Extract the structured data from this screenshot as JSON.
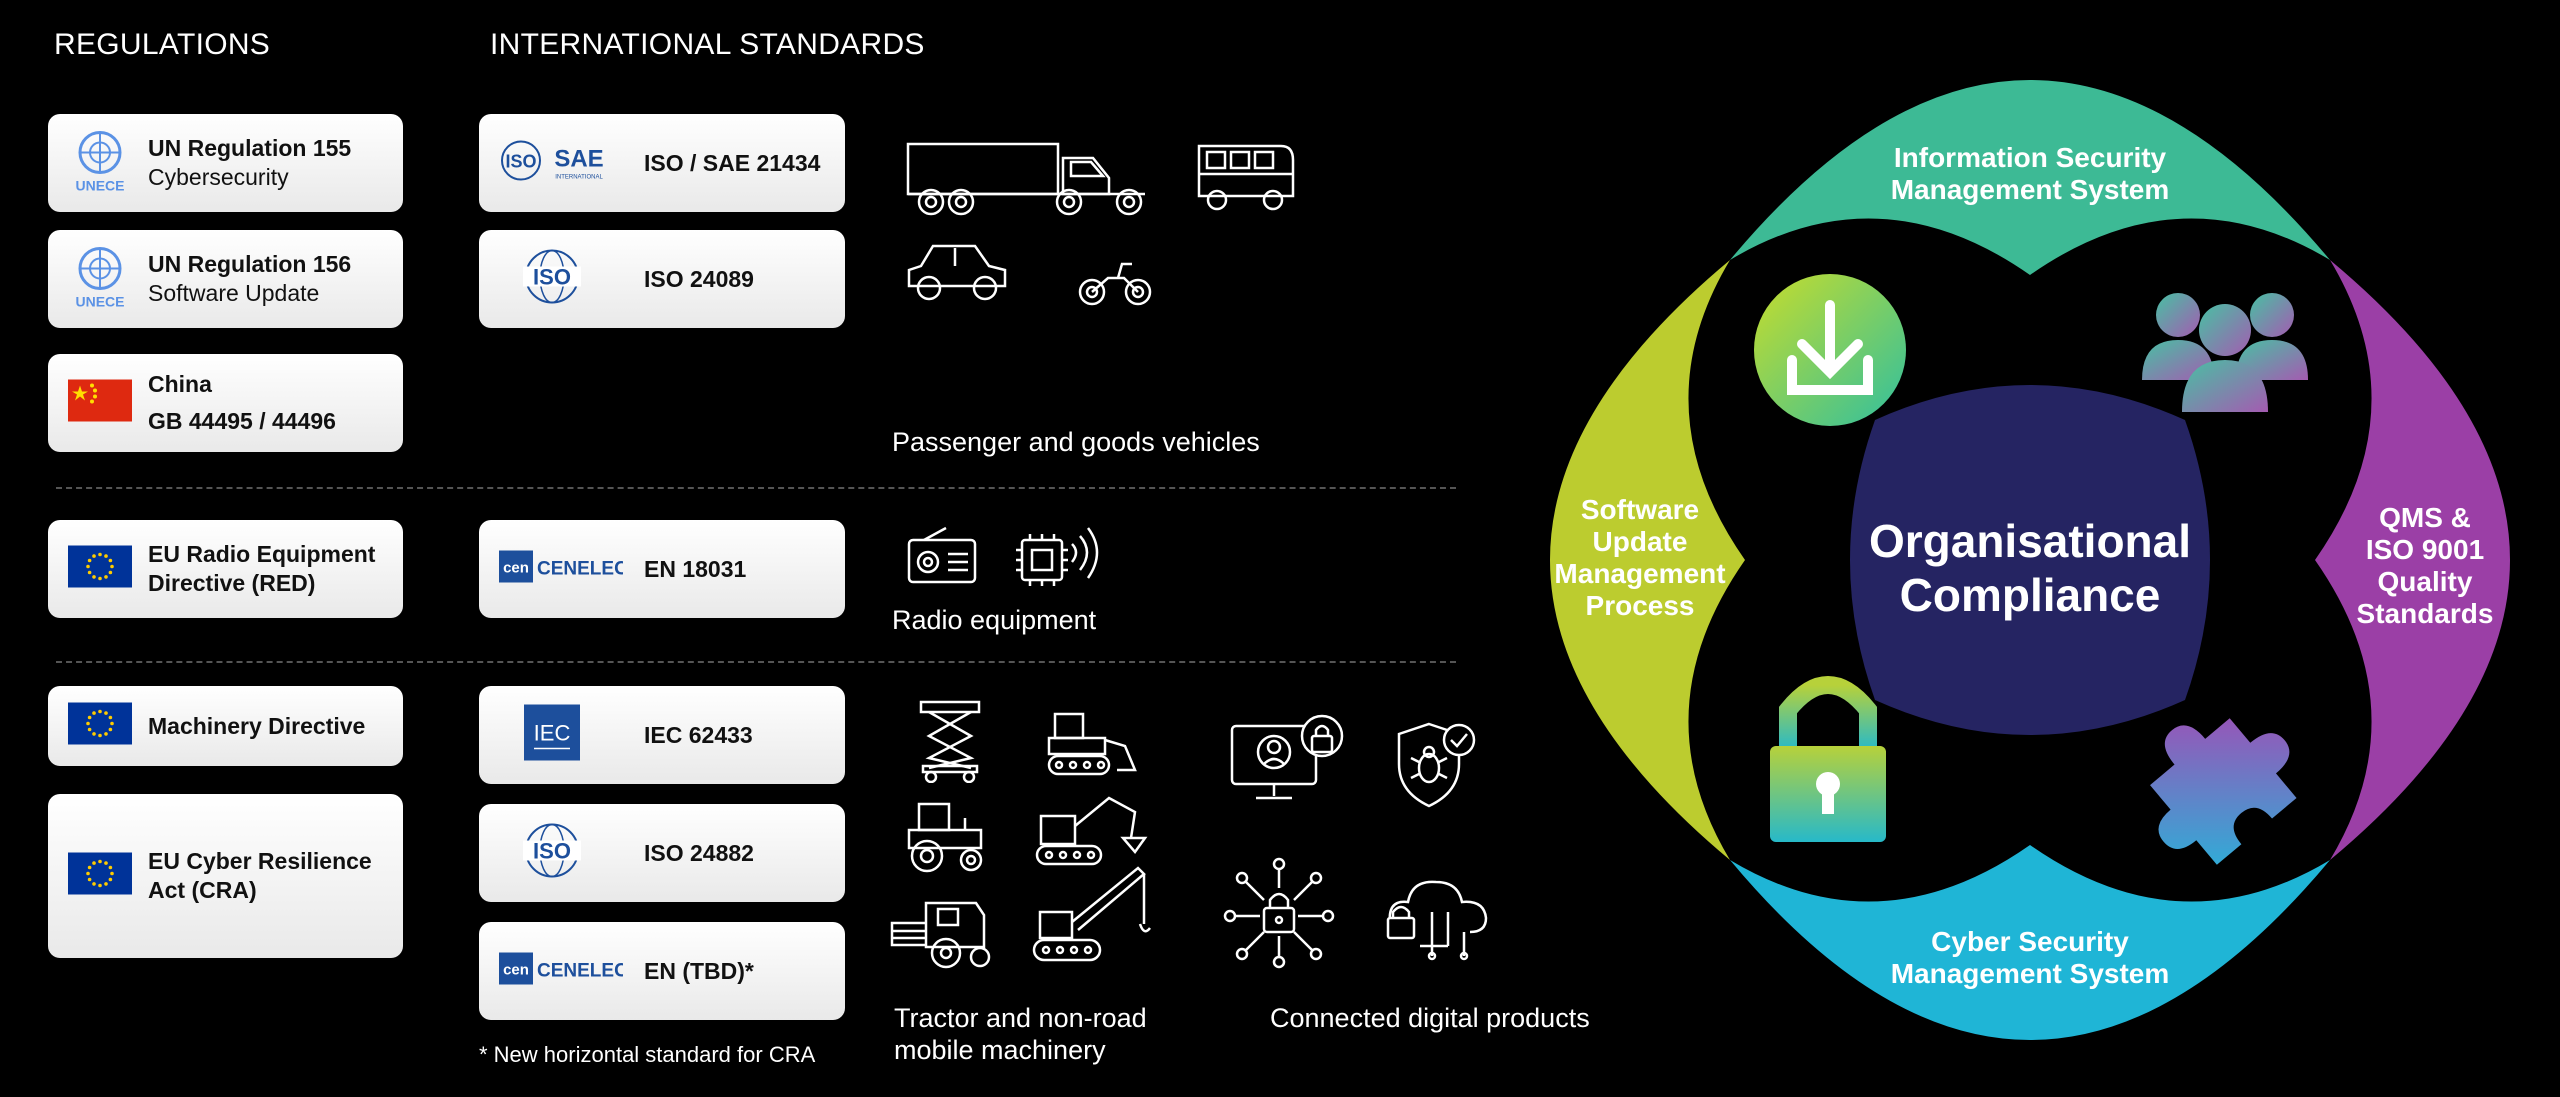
{
  "headings": {
    "regulations": "REGULATIONS",
    "standards": "INTERNATIONAL STANDARDS"
  },
  "regulations": [
    {
      "line1": "UN Regulation 155",
      "line2": "Cybersecurity",
      "logo": "unece-logo",
      "logo_text": "UNECE"
    },
    {
      "line1": "UN Regulation 156",
      "line2": "Software Update",
      "logo": "unece-logo",
      "logo_text": "UNECE"
    },
    {
      "line1": "China",
      "line2": "GB 44495 / 44496",
      "logo": "china-flag-icon"
    },
    {
      "line1": "EU Radio Equipment",
      "line2": "Directive (RED)",
      "logo": "eu-flag-icon"
    },
    {
      "line1": "Machinery Directive",
      "logo": "eu-flag-icon"
    },
    {
      "line1": "EU Cyber Resilience",
      "line2": "Act (CRA)",
      "logo": "eu-flag-icon"
    }
  ],
  "standards": [
    {
      "label": "ISO / SAE 21434",
      "logo": "iso-sae-logo",
      "logo_text_1": "ISO",
      "logo_text_2": "SAE",
      "logo_text_3": "INTERNATIONAL"
    },
    {
      "label": "ISO 24089",
      "logo": "iso-logo",
      "logo_text": "ISO"
    },
    {
      "label": "EN 18031",
      "logo": "cen-cenelec-logo",
      "logo_text_1": "cen",
      "logo_text_2": "CENELEC"
    },
    {
      "label": "IEC 62433",
      "logo": "iec-logo",
      "logo_text": "IEC"
    },
    {
      "label": "ISO 24882",
      "logo": "iso-logo",
      "logo_text": "ISO"
    },
    {
      "label": "EN (TBD)*",
      "logo": "cen-cenelec-logo",
      "logo_text_1": "cen",
      "logo_text_2": "CENELEC"
    }
  ],
  "captions": {
    "vehicles": "Passenger and goods vehicles",
    "radio": "Radio equipment",
    "machinery_line1": "Tractor and non-road",
    "machinery_line2": "mobile machinery",
    "digital": "Connected digital products"
  },
  "footnote": "*  New horizontal standard for CRA",
  "diagram": {
    "center_line1": "Organisational",
    "center_line2": "Compliance",
    "top_line1": "Information Security",
    "top_line2": "Management System",
    "bottom_line1": "Cyber Security",
    "bottom_line2": "Management System",
    "left_lines": [
      "Software",
      "Update",
      "Management",
      "Process"
    ],
    "right_lines": [
      "QMS &",
      "ISO 9001",
      "Quality",
      "Standards"
    ],
    "colors": {
      "top": "#3dba95",
      "bottom": "#1fb5d6",
      "left": "#bccc2f",
      "right": "#9b3fa6",
      "center": "#252462"
    }
  }
}
